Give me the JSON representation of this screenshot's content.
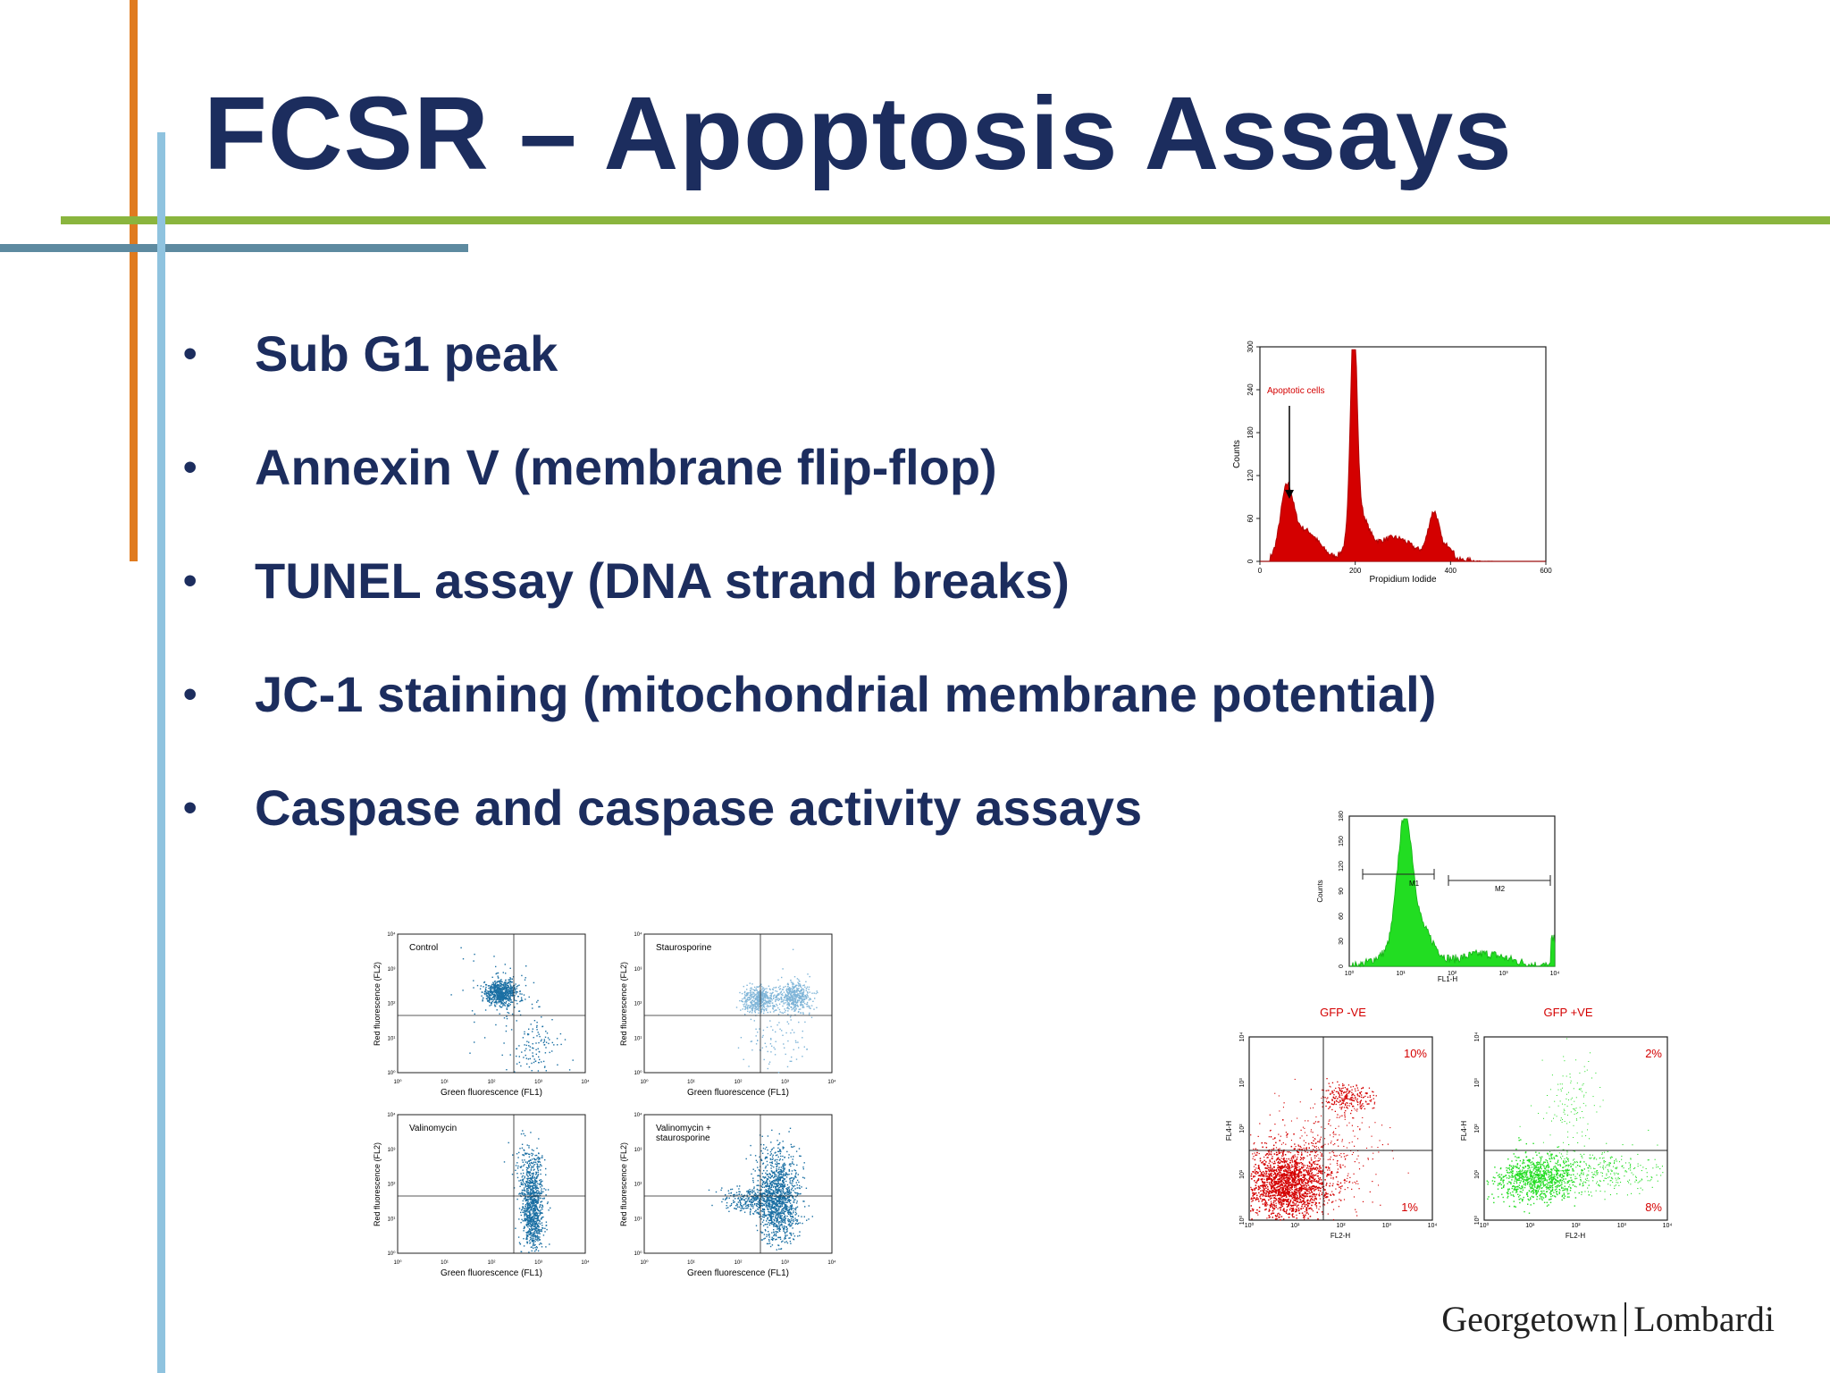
{
  "slide": {
    "title": "FCSR – Apoptosis Assays",
    "bullet_glyph": "•",
    "bullets": [
      "Sub G1 peak",
      "Annexin V (membrane flip-flop)",
      "TUNEL assay (DNA strand breaks)",
      "JC-1 staining (mitochondrial membrane potential)",
      "Caspase and caspase activity assays"
    ],
    "logo": {
      "left": "Georgetown",
      "right": "Lombardi"
    }
  },
  "colors": {
    "title": "#1c2d5e",
    "accent_orange": "#e07b1f",
    "accent_green": "#8ab53e",
    "accent_blue": "#8fc3df",
    "accent_slate": "#5d8aa0",
    "histogram_red": "#d40000",
    "histogram_green": "#22dd22",
    "dot_blue": "#1a6fa3",
    "dot_light_blue": "#7fb5d8"
  },
  "figures": {
    "subg1": {
      "annotation": "Apoptotic cells",
      "xlabel": "Propidium Iodide",
      "ylabel": "Counts",
      "xticks": [
        "0",
        "200",
        "400",
        "600"
      ],
      "yticks": [
        "0",
        "60",
        "120",
        "180",
        "240",
        "300"
      ]
    },
    "jc1_grid": {
      "xlabel": "Green fluorescence (FL1)",
      "ylabel": "Red fluorescence (FL2)",
      "ticks": [
        "10⁰",
        "10¹",
        "10²",
        "10³",
        "10⁴"
      ],
      "panels": [
        {
          "label": "Control"
        },
        {
          "label": "Staurosporine"
        },
        {
          "label": "Valinomycin"
        },
        {
          "label": "Valinomycin +\nstaurosporine"
        }
      ]
    },
    "gfp_hist": {
      "xlabel": "FL1-H",
      "ylabel": "Counts",
      "yticks": [
        "0",
        "30",
        "60",
        "90",
        "120",
        "150",
        "180"
      ],
      "xticks": [
        "10⁰",
        "10¹",
        "10²",
        "10³",
        "10⁴"
      ],
      "markers": [
        "M1",
        "M2"
      ]
    },
    "gfp_neg": {
      "label": "GFP -VE",
      "xlabel": "FL2-H",
      "ylabel": "FL4-H",
      "ul": "",
      "ur": "10%",
      "lr": "1%"
    },
    "gfp_pos": {
      "label": "GFP +VE",
      "xlabel": "FL2-H",
      "ylabel": "FL4-H",
      "ur": "2%",
      "lr": "8%"
    }
  }
}
